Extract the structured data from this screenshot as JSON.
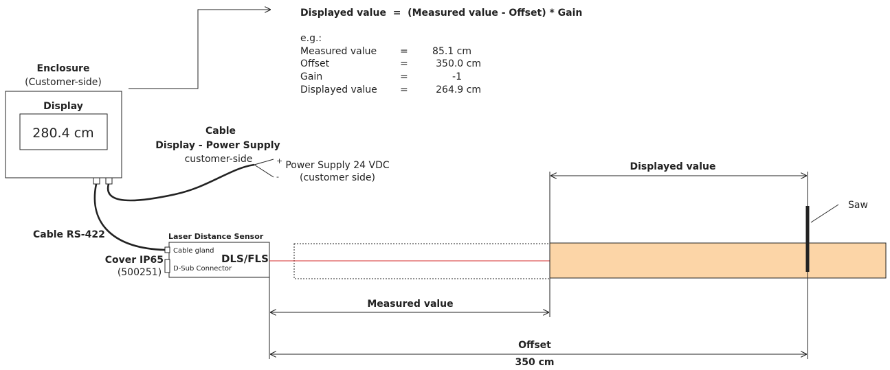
{
  "colors": {
    "line": "#222222",
    "laser": "#d62b2b",
    "workpiece": "#fcd5a7"
  },
  "formula": {
    "text": "Displayed value  =  (Measured value - Offset) * Gain",
    "example_label": "e.g.:",
    "rows": [
      {
        "name": "Measured value",
        "eq": "=",
        "value": "85.1 cm"
      },
      {
        "name": "Offset",
        "eq": "=",
        "value": "350.0 cm"
      },
      {
        "name": "Gain",
        "eq": "=",
        "value": "-1"
      },
      {
        "name": "Displayed value",
        "eq": "=",
        "value": "264.9 cm"
      }
    ]
  },
  "enclosure": {
    "title": "Enclosure",
    "subtitle": "(Customer-side)",
    "display_label": "Display",
    "display_value": "280.4 cm"
  },
  "cable_power": {
    "title_1": "Cable",
    "title_2": "Display - Power Supply",
    "subtitle": "customer-side"
  },
  "power_supply": {
    "plus": "+",
    "minus": "-",
    "label_1": "Power Supply 24 VDC",
    "label_2": "(customer side)"
  },
  "cable_rs422": "Cable RS-422",
  "sensor": {
    "title": "Laser Distance Sensor",
    "gland": "Cable gland",
    "model": "DLS/FLS",
    "dsub": "D-Sub Connector"
  },
  "cover": {
    "title": "Cover IP65",
    "part": "(500251)"
  },
  "dimensions": {
    "displayed": "Displayed value",
    "measured": "Measured value",
    "offset": "Offset",
    "offset_value": "350 cm"
  },
  "saw": "Saw"
}
